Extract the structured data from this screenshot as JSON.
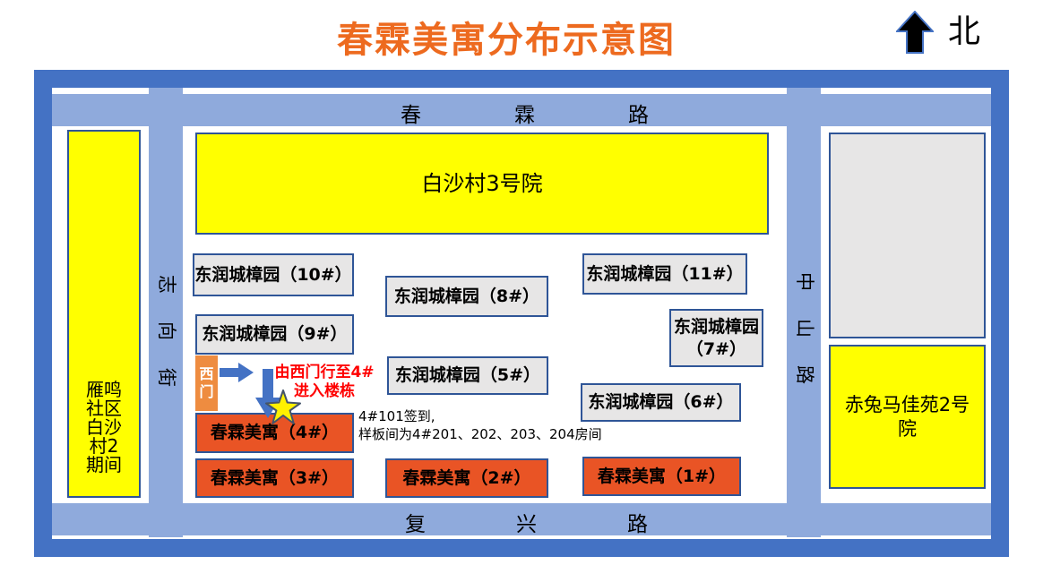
{
  "title": "春霖美寓分布示意图",
  "compass": {
    "label": "北",
    "icon": "north-arrow"
  },
  "roads": {
    "top": "春霖路",
    "bottom": "复兴路",
    "left_chars": [
      "志",
      "向",
      "街"
    ],
    "right_chars": [
      "中",
      "山",
      "路"
    ]
  },
  "areas": {
    "yanming": "雁鸣\n社区\n白沙\n村2\n期间",
    "baisha_no3": "白沙村3号院",
    "chitu": "赤兔马佳苑2号\n院"
  },
  "dongrun": {
    "b10": "东润城樟园（10#）",
    "b8": "东润城樟园（8#）",
    "b11": "东润城樟园（11#）",
    "b9": "东润城樟园（9#）",
    "b7": "东润城樟园\n（7#）",
    "b5": "东润城樟园（5#）",
    "b6": "东润城樟园（6#）"
  },
  "chunlin": {
    "b4": "春霖美寓（4#）",
    "b3": "春霖美寓（3#）",
    "b2": "春霖美寓（2#）",
    "b1": "春霖美寓（1#）"
  },
  "annotations": {
    "west_gate": "西\n门",
    "route_note": "由西门行至4#\n进入楼栋",
    "sign_note": "4#101签到,\n样板间为4#201、202、203、204房间"
  },
  "colors": {
    "frame": "#4472C4",
    "road": "#8FAADC",
    "border": "#2F5597",
    "yellow": "#FFFF00",
    "gray": "#E7E6E6",
    "orange": "#E95425",
    "gate": "#EE8C40",
    "title": "#ED6A1F",
    "red": "#FF0000"
  }
}
